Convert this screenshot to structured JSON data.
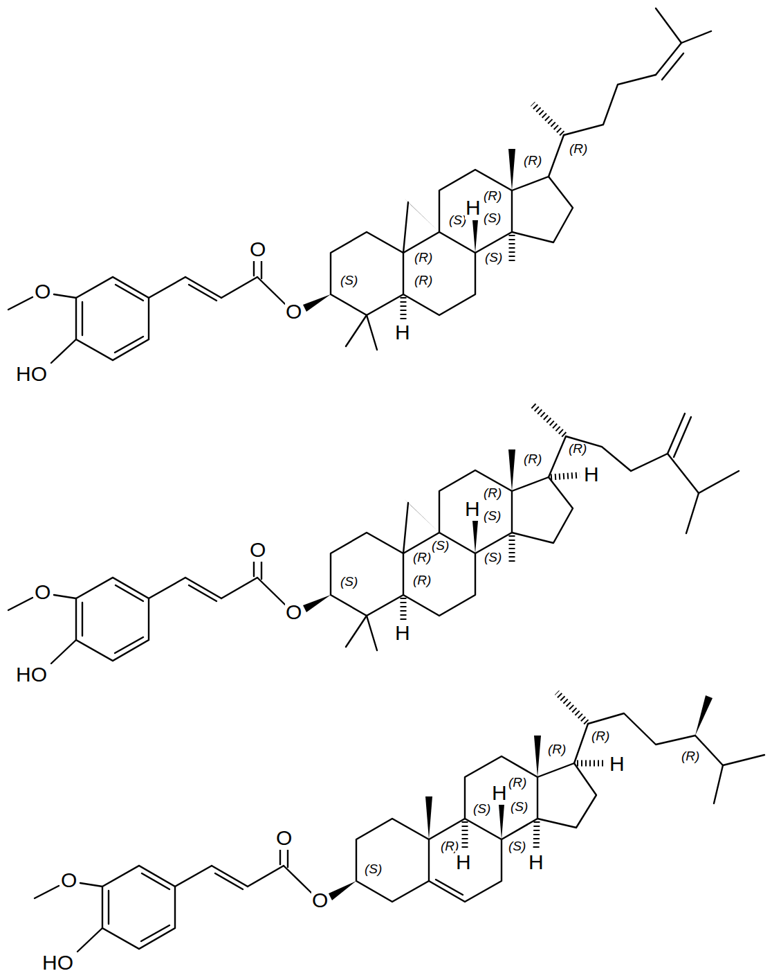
{
  "diagram": {
    "labels": [
      "O",
      "HO",
      "O",
      "O",
      "(S)",
      "(R)",
      "(R)",
      "H",
      "(S)",
      "H",
      "(S)",
      "(R)",
      "(S)",
      "(R)",
      "(R)",
      "O",
      "HO",
      "O",
      "O",
      "(S)",
      "(R)",
      "(S)",
      "(R)",
      "H",
      "H",
      "(R)",
      "(S)",
      "(S)",
      "(R)",
      "(R)",
      "H",
      "O",
      "HO",
      "O",
      "O",
      "(S)",
      "(R)",
      "H",
      "(S)",
      "H",
      "(R)",
      "(S)",
      "(S)",
      "H",
      "(R)",
      "(R)",
      "H",
      "(R)"
    ]
  }
}
